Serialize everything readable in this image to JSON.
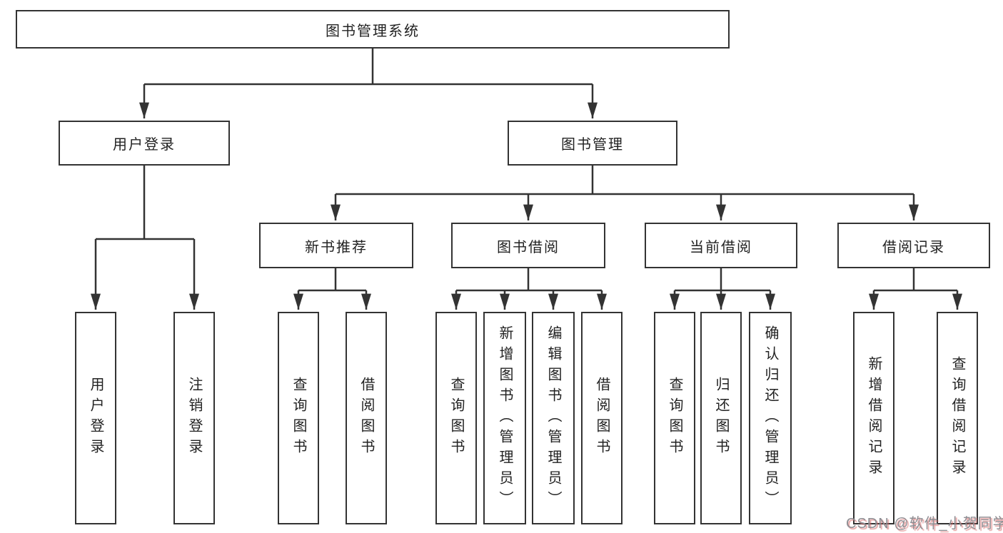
{
  "diagram": {
    "root": {
      "label": "图书管理系统"
    },
    "level2": [
      {
        "label": "用户登录"
      },
      {
        "label": "图书管理"
      }
    ],
    "level3": [
      {
        "label": "新书推荐"
      },
      {
        "label": "图书借阅"
      },
      {
        "label": "当前借阅"
      },
      {
        "label": "借阅记录"
      }
    ],
    "leaves": {
      "user_login": [
        "用户登录",
        "注销登录"
      ],
      "new_books": [
        "查询图书",
        "借阅图书"
      ],
      "book_borrow": [
        "查询图书",
        "新增图书（管理员）",
        "编辑图书（管理员）",
        "借阅图书"
      ],
      "current_borrow": [
        "查询图书",
        "归还图书",
        "确认归还（管理员）"
      ],
      "borrow_records": [
        "新增借阅记录",
        "查询借阅记录"
      ]
    }
  },
  "watermark": {
    "text": "CSDN @软件_小贺同学"
  },
  "colors": {
    "line": "#333333",
    "text": "#222222",
    "background": "#ffffff",
    "watermark_text": "#8e8e93",
    "watermark_shadow": "#d86a6a"
  }
}
